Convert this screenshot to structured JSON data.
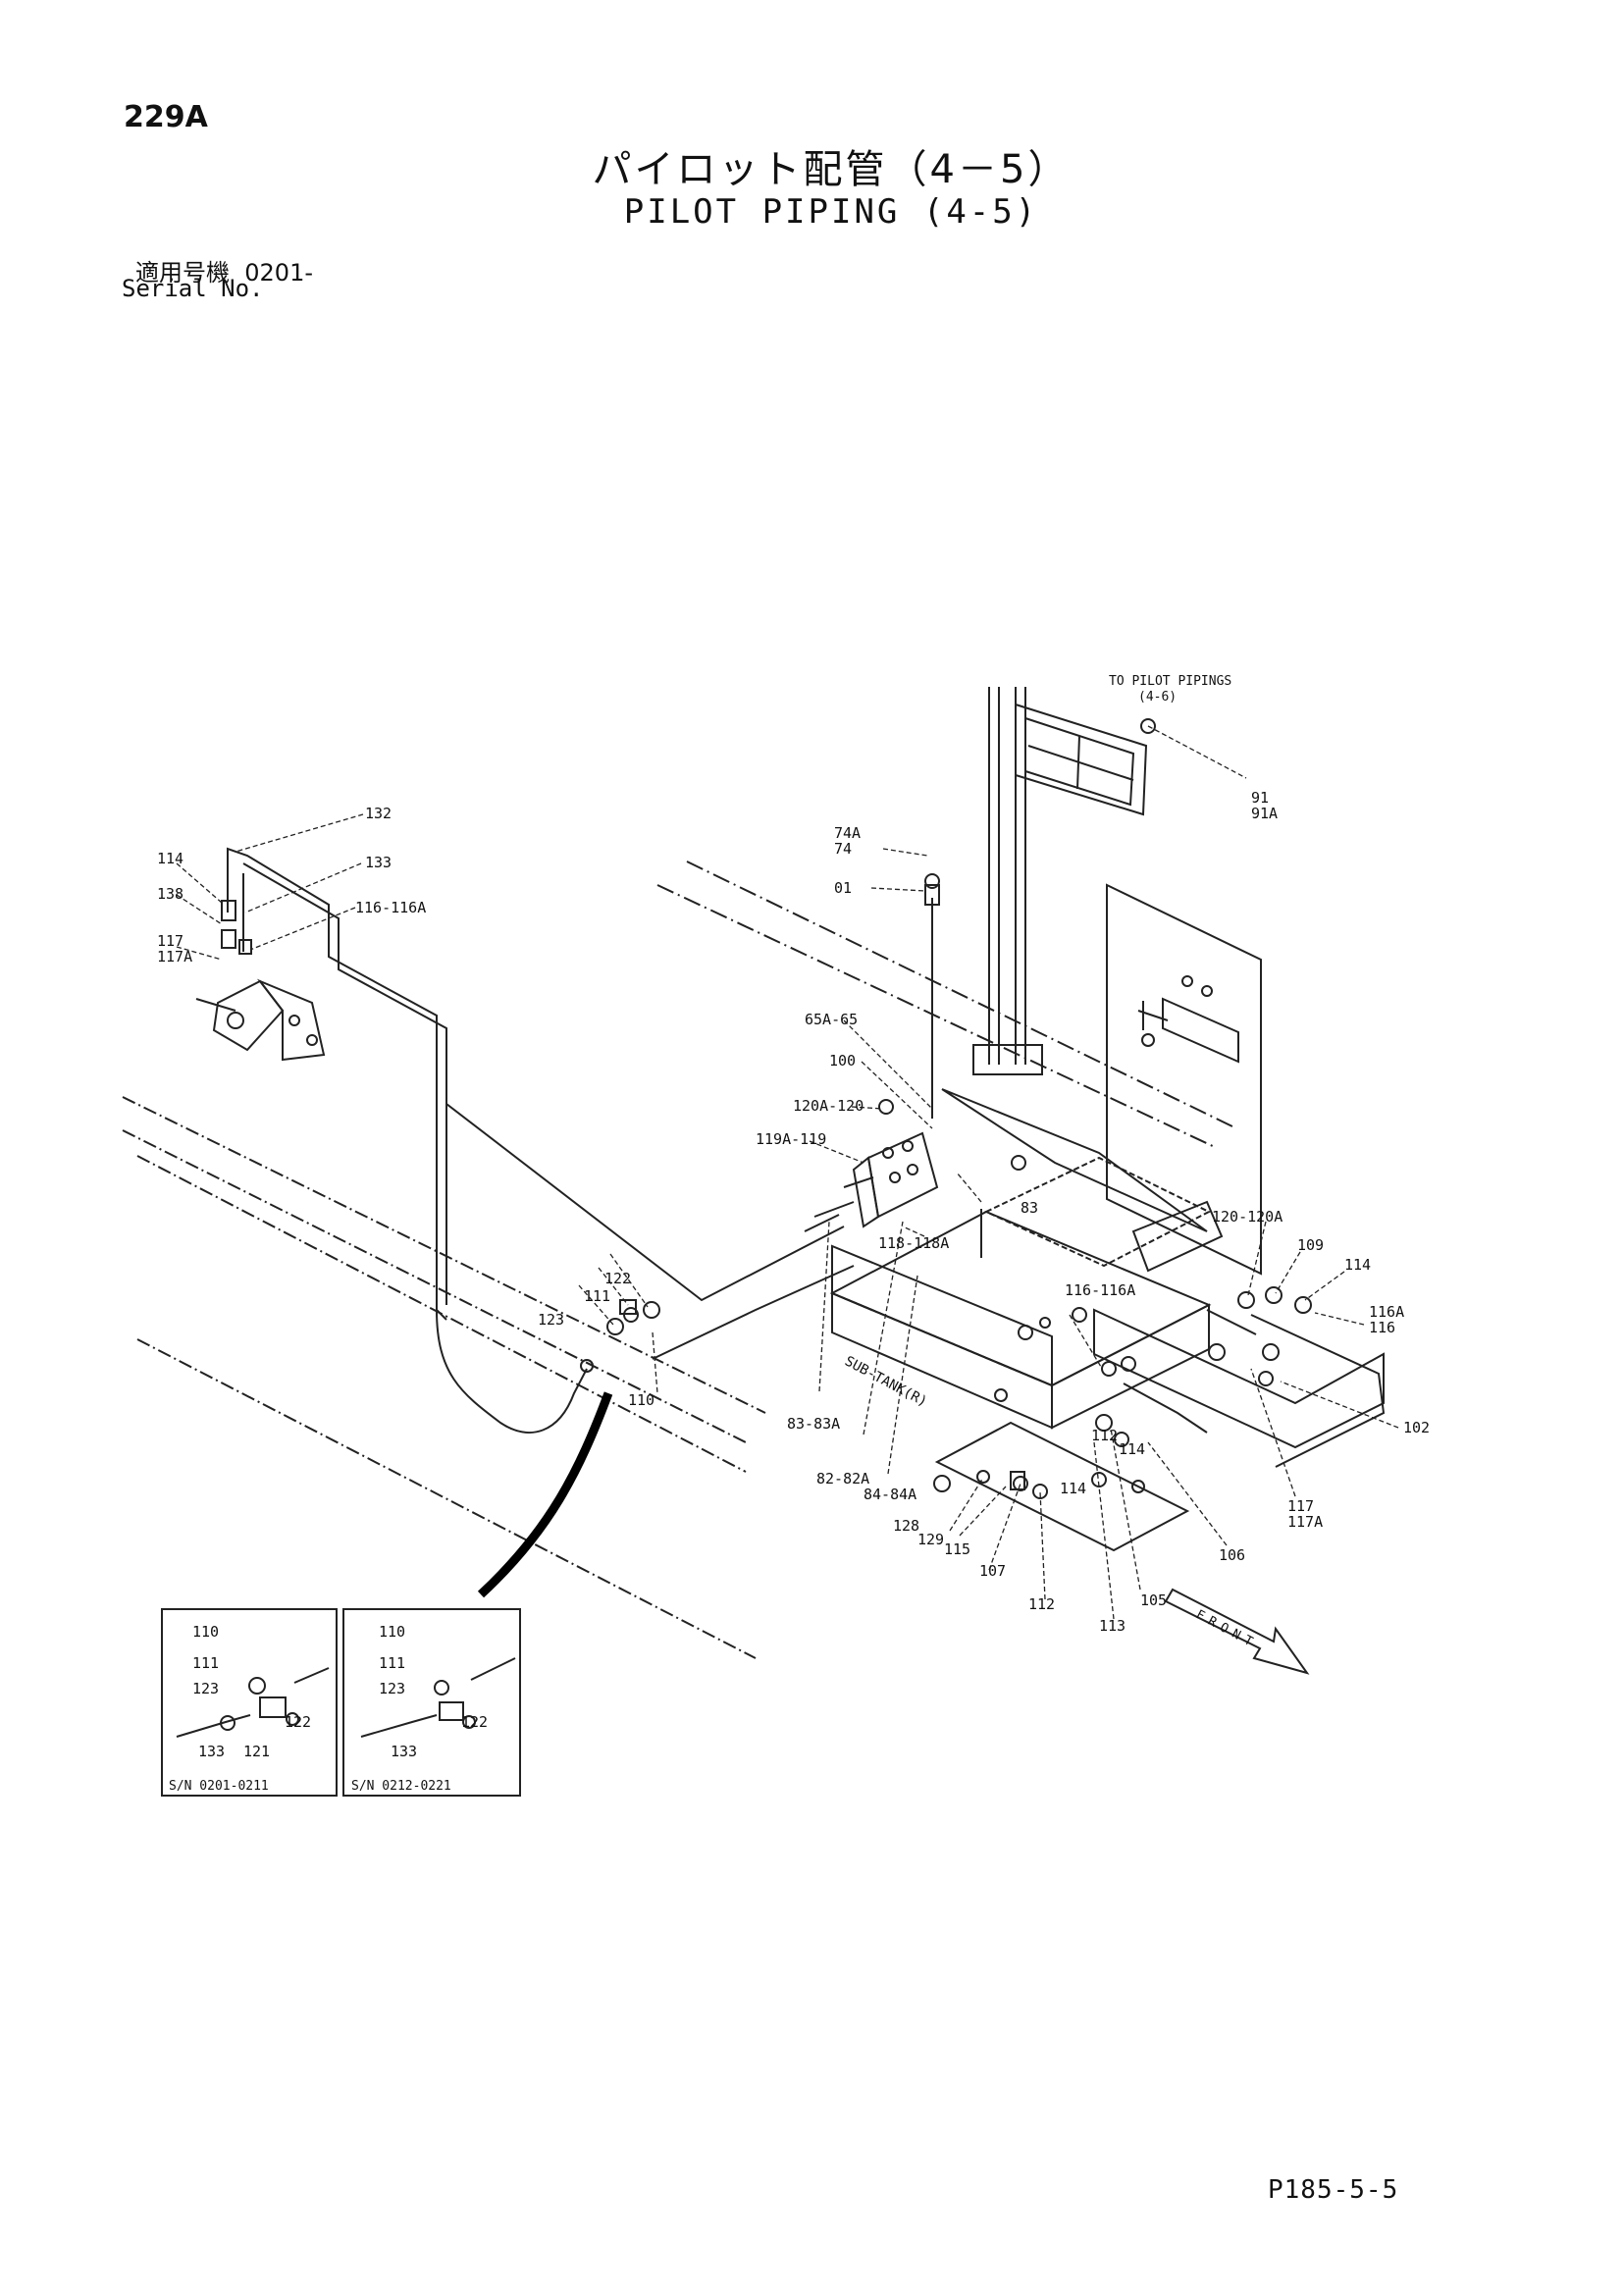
{
  "header": {
    "page_id": "229A",
    "title_jp": "パイロット配管（4－5）",
    "title_en": "PILOT PIPING (4-5)",
    "serial_label_jp": "適用号機",
    "serial_value": "0201-",
    "serial_label_en": "Serial No."
  },
  "footer": {
    "page_code": "P185-5-5"
  },
  "notes": {
    "to_pilot": "TO PILOT PIPINGS",
    "to_pilot_ref": "(4-6)",
    "sub_tank": "SUB-TANK(R)",
    "front": "FRONT"
  },
  "callouts": {
    "c132": "132",
    "c114a": "114",
    "c133a": "133",
    "c138": "138",
    "c116_116a_a": "116-116A",
    "c117a": "117",
    "c117aa": "117A",
    "c74a": "74A",
    "c74": "74",
    "c01": "01",
    "c91": "91",
    "c91a": "91A",
    "c65a_65": "65A-65",
    "c100": "100",
    "c120a_120": "120A-120",
    "c119a_119": "119A-119",
    "c83": "83",
    "c118_118a": "118-118A",
    "c122a": "122",
    "c111a": "111",
    "c123a": "123",
    "c110a": "110",
    "c83_83a": "83-83A",
    "c82_82a": "82-82A",
    "c84_84a": "84-84A",
    "c120_120a": "120-120A",
    "c109": "109",
    "c114b": "114",
    "c116a_116a": "116A",
    "c116b": "116",
    "c116_116a_b": "116-116A",
    "c112a": "112",
    "c114c": "114",
    "c114d": "114",
    "c102": "102",
    "c117b": "117",
    "c117ab": "117A",
    "c106": "106",
    "c105": "105",
    "c107": "107",
    "c112b": "112",
    "c113": "113",
    "c115": "115",
    "c128": "128",
    "c129": "129",
    "d1_110": "110",
    "d1_111": "111",
    "d1_123": "123",
    "d1_122": "122",
    "d1_133": "133",
    "d1_121": "121",
    "d1_sn": "S/N  0201-0211",
    "d2_110": "110",
    "d2_111": "111",
    "d2_123": "123",
    "d2_122": "122",
    "d2_133": "133",
    "d2_sn": "S/N  0212-0221"
  }
}
